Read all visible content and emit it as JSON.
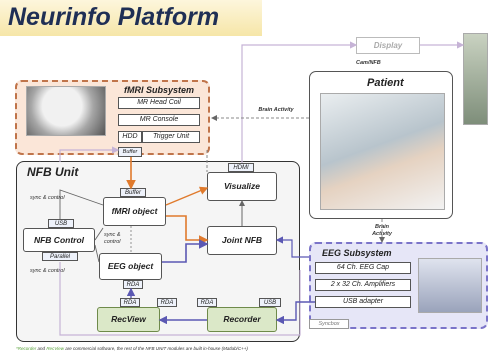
{
  "title": "Neurinfo Platform",
  "display_label": "Display",
  "cam_nfb_label": "Cam/NFB",
  "brain_activity_label": "Brain Activity",
  "fmri": {
    "title": "fMRI Subsystem",
    "head_coil": "MR Head Coil",
    "console": "MR Console",
    "hdd": "HDD",
    "trigger": "Trigger Unit",
    "buffer": "Buffer"
  },
  "patient": {
    "title": "Patient"
  },
  "nfb_unit": {
    "title": "NFB Unit",
    "sync_control": "sync & control",
    "usb": "USB",
    "nfb_control": "NFB Control",
    "parallel": "Parallel",
    "buffer": "Buffer",
    "fmri_object": "fMRI object",
    "hdmi": "HDMI",
    "visualize": "Visualize",
    "joint_nfb": "Joint NFB",
    "eeg_object": "EEG object",
    "rda": "RDA",
    "recview": "RecView",
    "recorder": "Recorder",
    "syncbox": "Syncbox"
  },
  "eeg": {
    "title": "EEG Subsystem",
    "cap": "64 Ch. EEG Cap",
    "amplifiers": "2 x 32 Ch. Amplifiers",
    "usb_adapter": "USB adapter"
  },
  "footnote": {
    "recorder": "*Recorder",
    "and": "and",
    "recview": "RecView",
    "rest": "are commercial software, the rest of the NFB UNIT modules are built in-house (Matlab/C++)"
  },
  "colors": {
    "fmri_border": "#c0744a",
    "fmri_fill": "#fbe6d8",
    "eeg_border": "#7b74c9",
    "eeg_fill": "#e6e6f7",
    "recview_text": "#5aa33c",
    "arrow_orange": "#e07a2c",
    "arrow_purple": "#5b58b3"
  }
}
